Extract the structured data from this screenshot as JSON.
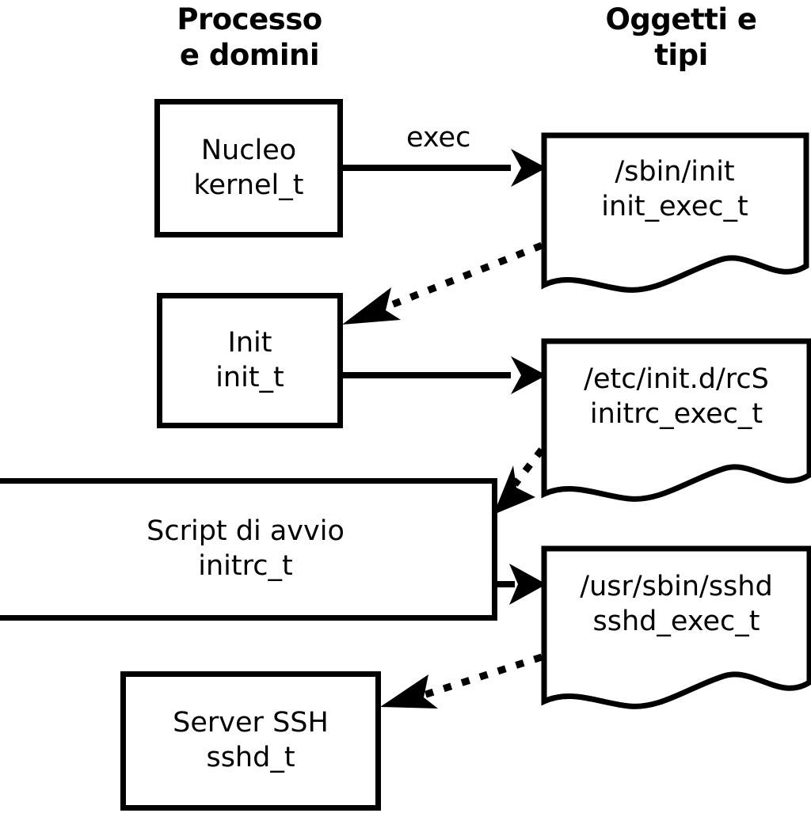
{
  "diagram": {
    "title_implicit": "SELinux boot process domain transitions",
    "background_color": "#ffffff",
    "stroke_color": "#000000",
    "columns": [
      {
        "id": "processes",
        "heading": "Processo\ne domini"
      },
      {
        "id": "objects",
        "heading": "Oggetti e\ntipi"
      }
    ],
    "process_boxes": [
      {
        "id": "kernel",
        "name": "Nucleo",
        "type": "kernel_t",
        "label": "Nucleo\nkernel_t"
      },
      {
        "id": "init",
        "name": "Init",
        "type": "init_t",
        "label": "Init\ninit_t"
      },
      {
        "id": "initrc",
        "name": "Script di avvio",
        "type": "initrc_t",
        "label": "Script di avvio\ninitrc_t"
      },
      {
        "id": "sshd",
        "name": "Server SSH",
        "type": "sshd_t",
        "label": "Server SSH\nsshd_t"
      }
    ],
    "object_docs": [
      {
        "id": "init_exec",
        "path": "/sbin/init",
        "type": "init_exec_t",
        "label": "/sbin/init\ninit_exec_t"
      },
      {
        "id": "initrc_exec",
        "path": "/etc/init.d/rcS",
        "type": "initrc_exec_t",
        "label": "/etc/init.d/rcS\ninitrc_exec_t"
      },
      {
        "id": "sshd_exec",
        "path": "/usr/sbin/sshd",
        "type": "sshd_exec_t",
        "label": "/usr/sbin/sshd\nsshd_exec_t"
      }
    ],
    "edges": [
      {
        "id": "e1",
        "from": "kernel",
        "to": "init_exec",
        "style": "solid",
        "label": "exec"
      },
      {
        "id": "e2",
        "from": "init_exec",
        "to": "init",
        "style": "dotted",
        "label": ""
      },
      {
        "id": "e3",
        "from": "init",
        "to": "initrc_exec",
        "style": "solid",
        "label": ""
      },
      {
        "id": "e4",
        "from": "initrc_exec",
        "to": "initrc",
        "style": "dotted",
        "label": ""
      },
      {
        "id": "e5",
        "from": "initrc",
        "to": "sshd_exec",
        "style": "solid",
        "label": ""
      },
      {
        "id": "e6",
        "from": "sshd_exec",
        "to": "sshd",
        "style": "dotted",
        "label": ""
      }
    ],
    "edge_labels": {
      "exec": "exec"
    }
  }
}
